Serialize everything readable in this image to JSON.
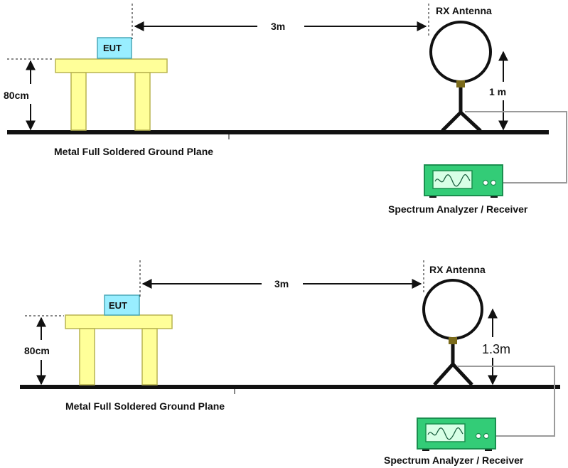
{
  "colors": {
    "table": "#ffff99",
    "table_stroke": "#b8b450",
    "eut": "#99eeff",
    "eut_stroke": "#4aa8b8",
    "analyzer": "#33cc77",
    "analyzer_dark": "#1a8f4f",
    "screen": "#d8ffe6",
    "antenna_base": "#7a6a1a",
    "ground": "#111111",
    "cable": "#9a9a9a"
  },
  "diagrams": [
    {
      "eut_label": "EUT",
      "distance_label": "3m",
      "antenna_label": "RX Antenna",
      "height_label": "1 m",
      "table_height_label": "80cm",
      "ground_label": "Metal Full Soldered Ground Plane",
      "analyzer_label": "Spectrum Analyzer / Receiver"
    },
    {
      "eut_label": "EUT",
      "distance_label": "3m",
      "antenna_label": "RX Antenna",
      "height_label": "1.3m",
      "table_height_label": "80cm",
      "ground_label": "Metal Full Soldered Ground Plane",
      "analyzer_label": "Spectrum Analyzer / Receiver"
    }
  ]
}
